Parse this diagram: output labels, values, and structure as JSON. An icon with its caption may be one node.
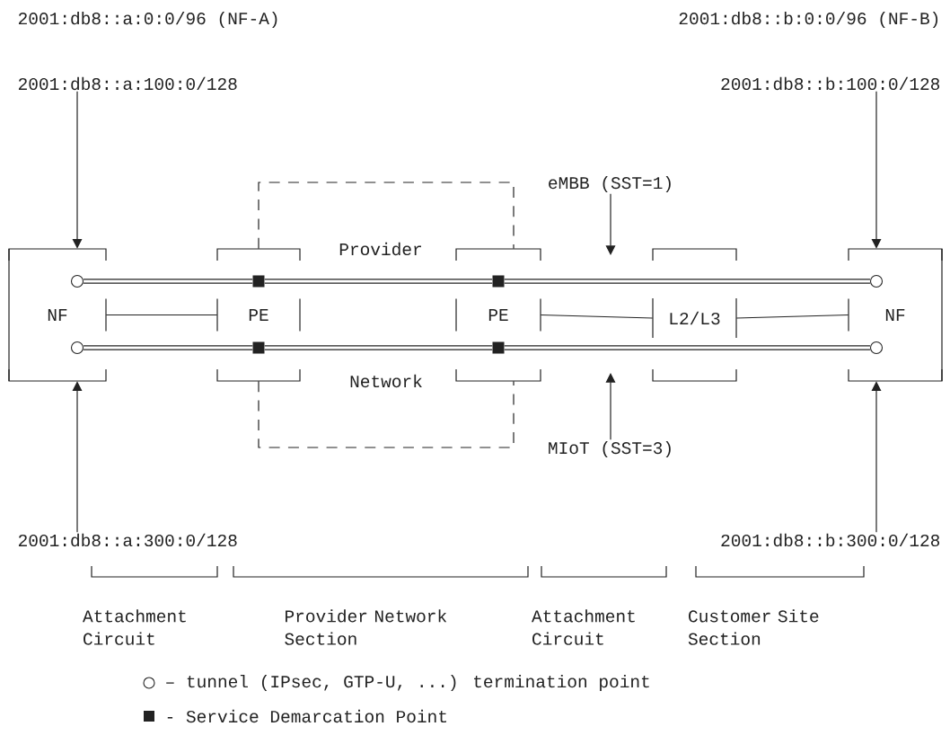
{
  "diagram": {
    "nodes": [
      {
        "text": [
          "2001:db8::a:100:0/128"
        ]
      },
      {
        "text": [
          "2001:db8::b:100:0/128"
        ]
      },
      {
        "text": [
          "eMBB (SST=1)"
        ]
      },
      {
        "text": [
          "NF"
        ]
      },
      {
        "text": [],
        "shape": "circle",
        "in": 3
      },
      {
        "text": [],
        "shape": "circle",
        "in": 3
      },
      {
        "text": [
          "PE"
        ]
      },
      {
        "text": [],
        "shape": "box",
        "in": 6
      },
      {
        "text": [],
        "shape": "box",
        "in": 6
      },
      {
        "text": [
          "PE"
        ]
      },
      {
        "text": [],
        "shape": "box",
        "in": 9
      },
      {
        "text": [],
        "shape": "box",
        "in": 9
      },
      {
        "text": [
          "L2/L3"
        ]
      },
      {
        "text": [
          "NF"
        ]
      },
      {
        "text": [],
        "shape": "circle",
        "in": 13
      },
      {
        "text": [],
        "shape": "circle",
        "in": 13
      },
      {
        "text": [
          "MIoT (SST=3)"
        ]
      },
      {
        "text": [
          "2001:db8::a:300:0/128"
        ]
      },
      {
        "text": [
          "2001:db8::b:300:0/128"
        ]
      }
    ],
    "edges": [
      {
        "from": 0,
        "to": 3,
        "arrow": "to"
      },
      {
        "from": 1,
        "to": 13,
        "arrow": "to"
      },
      {
        "from": 2,
        "to": null,
        "arrow": "to"
      },
      {
        "from": 17,
        "to": 3,
        "arrow": "to"
      },
      {
        "from": 18,
        "to": 13,
        "arrow": "to"
      },
      {
        "from": 16,
        "to": null,
        "arrow": "to"
      },
      {
        "from": 4,
        "to": 7,
        "arrow": "none",
        "style": "thick"
      },
      {
        "from": 7,
        "to": 10,
        "arrow": "none",
        "style": "thick"
      },
      {
        "from": 10,
        "to": 14,
        "arrow": "none",
        "style": "thick"
      },
      {
        "from": 5,
        "to": 8,
        "arrow": "none",
        "style": "thick"
      },
      {
        "from": 8,
        "to": 11,
        "arrow": "none",
        "style": "thick"
      },
      {
        "from": 11,
        "to": 15,
        "arrow": "none",
        "style": "thick"
      },
      {
        "from": 3,
        "to": 6,
        "arrow": "none"
      },
      {
        "from": 9,
        "to": 12,
        "arrow": "none"
      },
      {
        "from": 12,
        "to": 13,
        "arrow": "none"
      },
      {
        "from": 6,
        "to": 9,
        "arrow": "none",
        "style": "dashed"
      },
      {
        "from": 6,
        "to": 9,
        "arrow": "none",
        "style": "dashed"
      }
    ],
    "labels": [
      "2001:db8::a:0:0/96 (NF-A)",
      "2001:db8::b:0:0/96 (NF-B)",
      "Provider",
      "Network",
      "Attachment Circuit",
      "Provider Network Section",
      "Attachment Circuit",
      "Customer Site Section"
    ],
    "legend": [
      {
        "text": "– tunnel (IPsec, GTP-U, ...) termination point"
      },
      {
        "text": "- Service Demarcation Point"
      }
    ]
  }
}
